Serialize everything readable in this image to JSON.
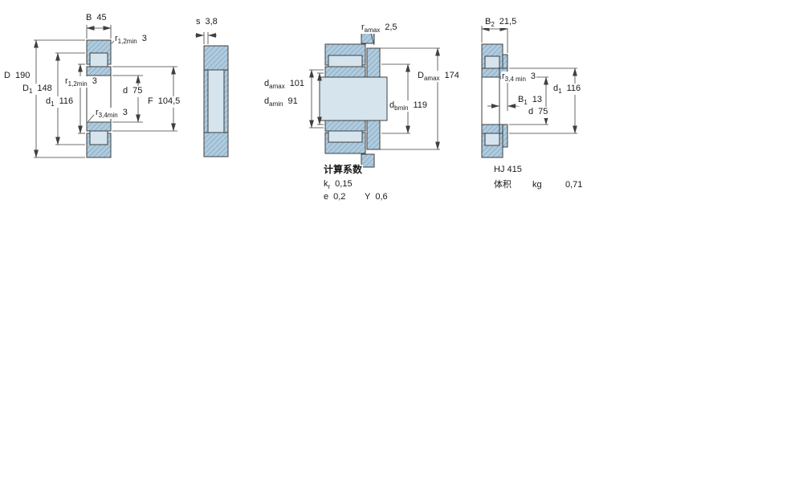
{
  "colors": {
    "ring_fill": "#b0cbde",
    "light_fill": "#d6e4ee",
    "hatch_stroke": "#7ea6c1",
    "outline": "#3f3f3f",
    "text": "#1a1a1a",
    "background": "#ffffff"
  },
  "cross_section": {
    "B": {
      "sym": "B",
      "val": "45"
    },
    "r12_top": {
      "sym": "r",
      "sub": "1,2min",
      "val": "3"
    },
    "D": {
      "sym": "D",
      "val": "190"
    },
    "D1": {
      "sym": "D",
      "sub": "1",
      "val": "148"
    },
    "r12_mid": {
      "sym": "r",
      "sub": "1,2min",
      "val": "3"
    },
    "d1": {
      "sym": "d",
      "sub": "1",
      "val": "116"
    },
    "d": {
      "sym": "d",
      "val": "75"
    },
    "r34": {
      "sym": "r",
      "sub": "3,4min",
      "val": "3"
    },
    "F": {
      "sym": "F",
      "val": "104,5"
    }
  },
  "side_view": {
    "s": {
      "sym": "s",
      "val": "3,8"
    }
  },
  "mounting": {
    "ramax": {
      "sym": "r",
      "sub": "amax",
      "val": "2,5"
    },
    "damax": {
      "sym": "d",
      "sub": "amax",
      "val": "101"
    },
    "damin": {
      "sym": "d",
      "sub": "amin",
      "val": "91"
    },
    "dbmin": {
      "sym": "d",
      "sub": "bmin",
      "val": "119"
    },
    "Damax": {
      "sym": "D",
      "sub": "amax",
      "val": "174"
    }
  },
  "angle_ring": {
    "B2": {
      "sym": "B",
      "sub": "2",
      "val": "21,5"
    },
    "r34": {
      "sym": "r",
      "sub": "3,4 min",
      "val": "3"
    },
    "d1": {
      "sym": "d",
      "sub": "1",
      "val": "116"
    },
    "B1": {
      "sym": "B",
      "sub": "1",
      "val": "13"
    },
    "d": {
      "sym": "d",
      "val": "75"
    }
  },
  "calculation_factors": {
    "title": "计算系数",
    "kr": {
      "sym": "k",
      "sub": "r",
      "val": "0,15"
    },
    "e": {
      "sym": "e",
      "val": "0,2"
    },
    "Y": {
      "sym": "Y",
      "val": "0,6"
    }
  },
  "angle_ring_info": {
    "designation": "HJ 415",
    "volume_label": "体积",
    "unit": "kg",
    "value": "0,71"
  }
}
